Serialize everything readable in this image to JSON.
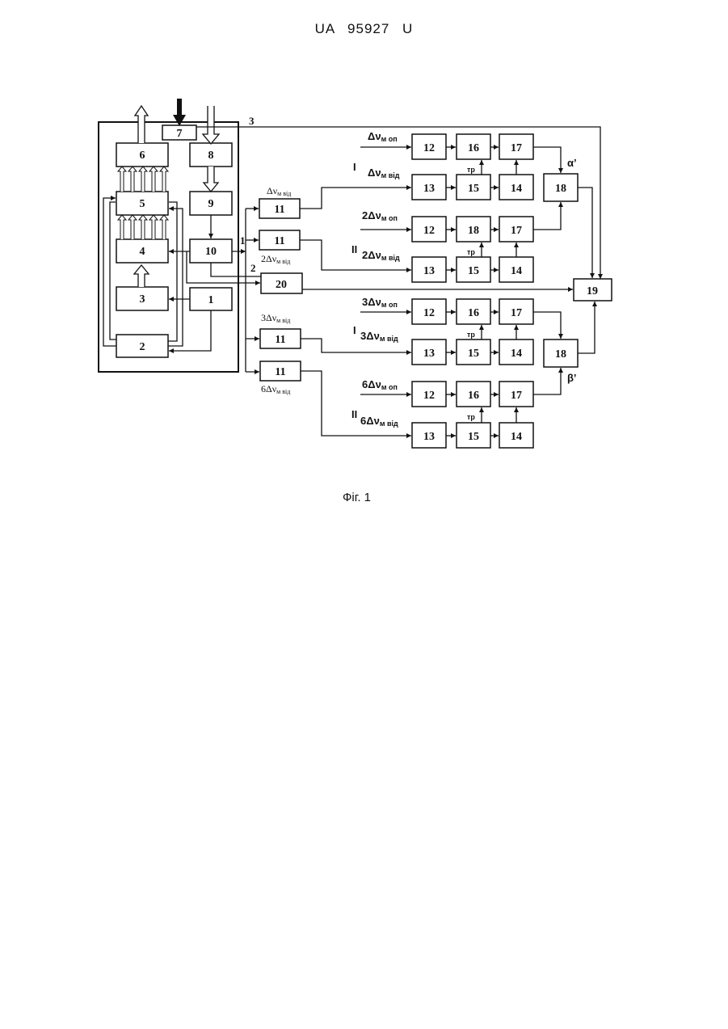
{
  "header": {
    "doc_number": "UA 95927 U"
  },
  "figure": {
    "caption": "Фіг. 1"
  },
  "blocks": {
    "b1": "1",
    "b2": "2",
    "b3": "3",
    "b4": "4",
    "b5": "5",
    "b6": "6",
    "b7": "7",
    "b8": "8",
    "b9": "9",
    "b10": "10",
    "b11": "11",
    "b12": "12",
    "b13": "13",
    "b14": "14",
    "b15": "15",
    "b16": "16",
    "b17": "17",
    "b18": "18",
    "b19": "19",
    "b20": "20"
  },
  "line_labels": {
    "one": "1",
    "two": "2",
    "three": "3"
  },
  "group_labels": {
    "first": "I",
    "second": "II"
  },
  "signals": {
    "dv_ref_1": "Δν",
    "dv_ref_2": "2Δν",
    "dv_ref_3": "3Δν",
    "dv_ref_6": "6Δν",
    "sub_ref": "м оп",
    "sub_meas": "м від",
    "tr": "тр",
    "alpha": "α’",
    "beta": "β’"
  }
}
